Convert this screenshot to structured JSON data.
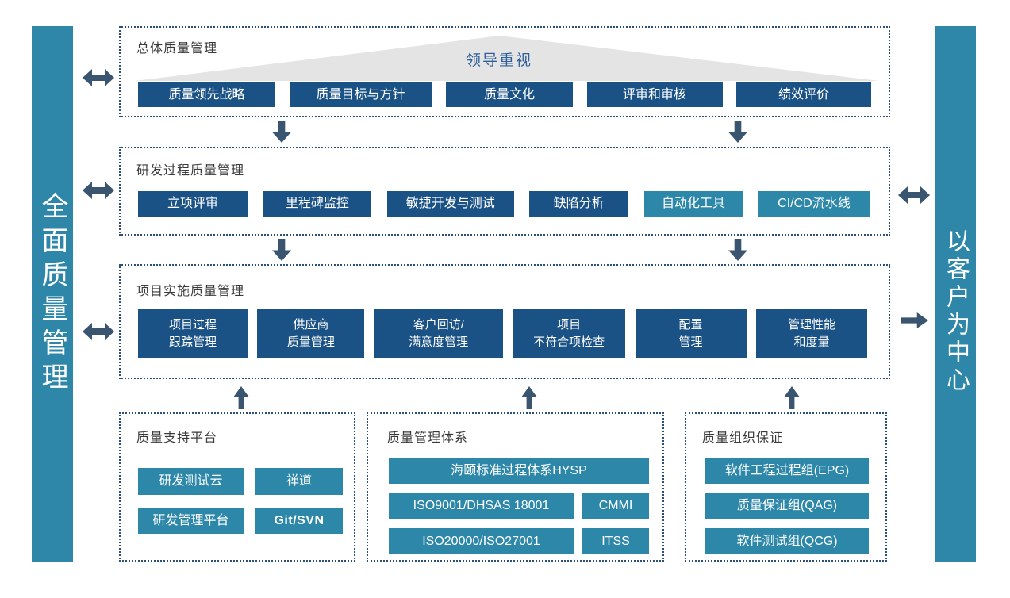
{
  "diagram": {
    "left_bar": {
      "label": "全面质量管理"
    },
    "right_bar": {
      "label": "以客户为中心"
    },
    "overall": {
      "title": "总体质量管理",
      "banner": "领导重视",
      "nodes": [
        {
          "label": "质量领先战略"
        },
        {
          "label": "质量目标与方针"
        },
        {
          "label": "质量文化"
        },
        {
          "label": "评审和审核"
        },
        {
          "label": "绩效评价"
        }
      ]
    },
    "rnd": {
      "title": "研发过程质量管理",
      "nodes": [
        {
          "label": "立项评审"
        },
        {
          "label": "里程碑监控"
        },
        {
          "label": "敏捷开发与测试"
        },
        {
          "label": "缺陷分析"
        },
        {
          "label": "自动化工具",
          "variant": "teal"
        },
        {
          "label": "CI/CD流水线",
          "variant": "teal"
        }
      ]
    },
    "project": {
      "title": "项目实施质量管理",
      "nodes": [
        {
          "label": "项目过程\n跟踪管理"
        },
        {
          "label": "供应商\n质量管理"
        },
        {
          "label": "客户回访/\n满意度管理"
        },
        {
          "label": "项目\n不符合项检查"
        },
        {
          "label": "配置\n管理"
        },
        {
          "label": "管理性能\n和度量"
        }
      ]
    },
    "support": {
      "title": "质量支持平台",
      "nodes": [
        {
          "label": "研发测试云",
          "variant": "teal"
        },
        {
          "label": "禅道",
          "variant": "teal"
        },
        {
          "label": "研发管理平台",
          "variant": "teal"
        },
        {
          "label": "Git/SVN",
          "variant": "teal"
        }
      ]
    },
    "system": {
      "title": "质量管理体系",
      "nodes": [
        {
          "label": "海颐标准过程体系HYSP",
          "variant": "teal"
        },
        {
          "label": "ISO9001/DHSAS 18001",
          "variant": "teal"
        },
        {
          "label": "CMMI",
          "variant": "teal"
        },
        {
          "label": "ISO20000/ISO27001",
          "variant": "teal"
        },
        {
          "label": "ITSS",
          "variant": "teal"
        }
      ]
    },
    "org": {
      "title": "质量组织保证",
      "nodes": [
        {
          "label": "软件工程过程组(EPG)",
          "variant": "teal"
        },
        {
          "label": "质量保证组(QAG)",
          "variant": "teal"
        },
        {
          "label": "软件测试组(QCG)",
          "variant": "teal"
        }
      ]
    }
  },
  "colors": {
    "node_dark_blue": "#1b5286",
    "node_teal": "#2d87a9",
    "side_bar_teal": "#2e86a8",
    "arrow_slate": "#3a556f",
    "dotted_border_navy": "#2a5078",
    "banner_triangle_gray": "#e4e4e4",
    "banner_text_blue": "#2d5f9b",
    "section_title_gray": "#3a3a3a"
  }
}
